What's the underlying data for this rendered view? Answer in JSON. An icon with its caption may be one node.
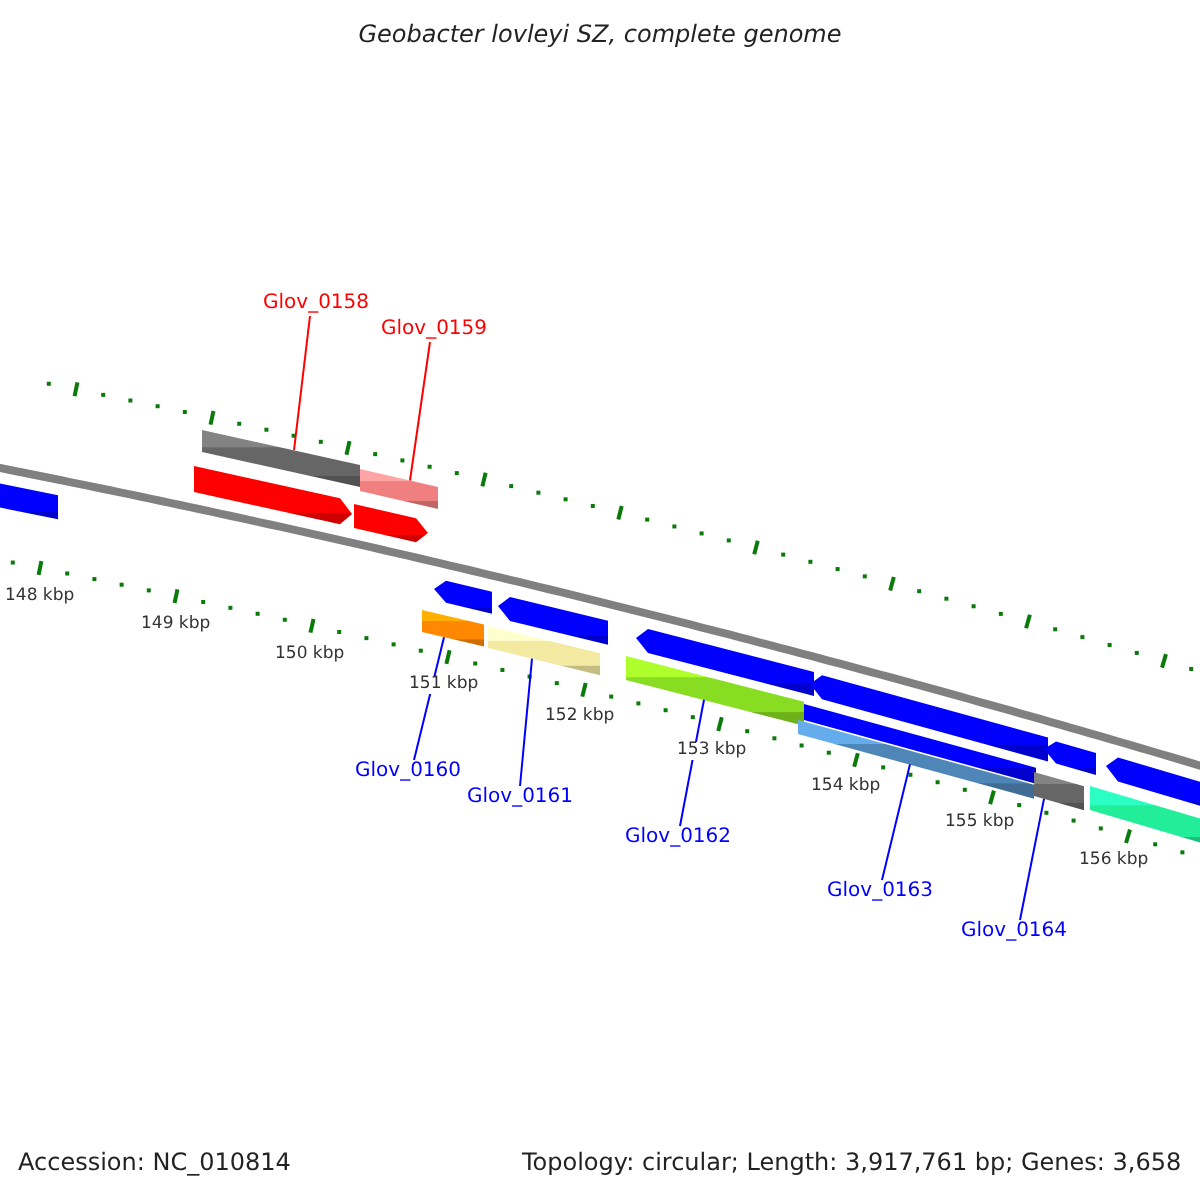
{
  "diagram": {
    "title": "Geobacter lovleyi SZ, complete genome",
    "nodes": [
      {
        "text": [
          "Glov_0158"
        ]
      },
      {
        "text": [
          "Glov_0159"
        ]
      },
      {
        "text": [
          "Glov_0160"
        ]
      },
      {
        "text": [
          "Glov_0161"
        ]
      },
      {
        "text": [
          "Glov_0162"
        ]
      },
      {
        "text": [
          "Glov_0163"
        ]
      },
      {
        "text": [
          "Glov_0164"
        ]
      },
      {
        "text": [],
        "shape": "bar"
      },
      {
        "text": [],
        "shape": "pentagon"
      },
      {
        "text": [],
        "shape": "bar"
      },
      {
        "text": [],
        "shape": "pentagon"
      },
      {
        "text": [],
        "shape": "bar"
      },
      {
        "text": [],
        "shape": "bar"
      },
      {
        "text": [],
        "shape": "pentagon"
      },
      {
        "text": [],
        "shape": "bar"
      },
      {
        "text": [],
        "shape": "pentagon"
      },
      {
        "text": [],
        "shape": "bar"
      },
      {
        "text": [],
        "shape": "pentagon"
      },
      {
        "text": [],
        "shape": "bar"
      },
      {
        "text": [],
        "shape": "bar"
      },
      {
        "text": [],
        "shape": "pentagon"
      },
      {
        "text": [],
        "shape": "bar"
      },
      {
        "text": [],
        "shape": "pentagon"
      },
      {
        "text": [],
        "shape": "bar"
      },
      {
        "text": [],
        "shape": "pentagon"
      }
    ],
    "edges": [
      {
        "from": 0,
        "to": 9,
        "arrow": "none",
        "color": "#ff0000"
      },
      {
        "from": 1,
        "to": 11,
        "arrow": "none",
        "color": "#ff0000"
      },
      {
        "from": 2,
        "to": 12,
        "arrow": "none"
      },
      {
        "from": 3,
        "to": 14,
        "arrow": "none"
      },
      {
        "from": 4,
        "to": 16,
        "arrow": "none"
      },
      {
        "from": 5,
        "to": 18,
        "arrow": "none"
      },
      {
        "from": 6,
        "to": 21,
        "arrow": "none"
      }
    ],
    "labels": [
      "148 kbp",
      "149 kbp",
      "150 kbp",
      "151 kbp",
      "152 kbp",
      "153 kbp",
      "154 kbp",
      "155 kbp",
      "156 kbp",
      "Accession: NC_010814",
      "Topology: circular; Length: 3,917,761 bp; Genes: 3,658"
    ]
  }
}
